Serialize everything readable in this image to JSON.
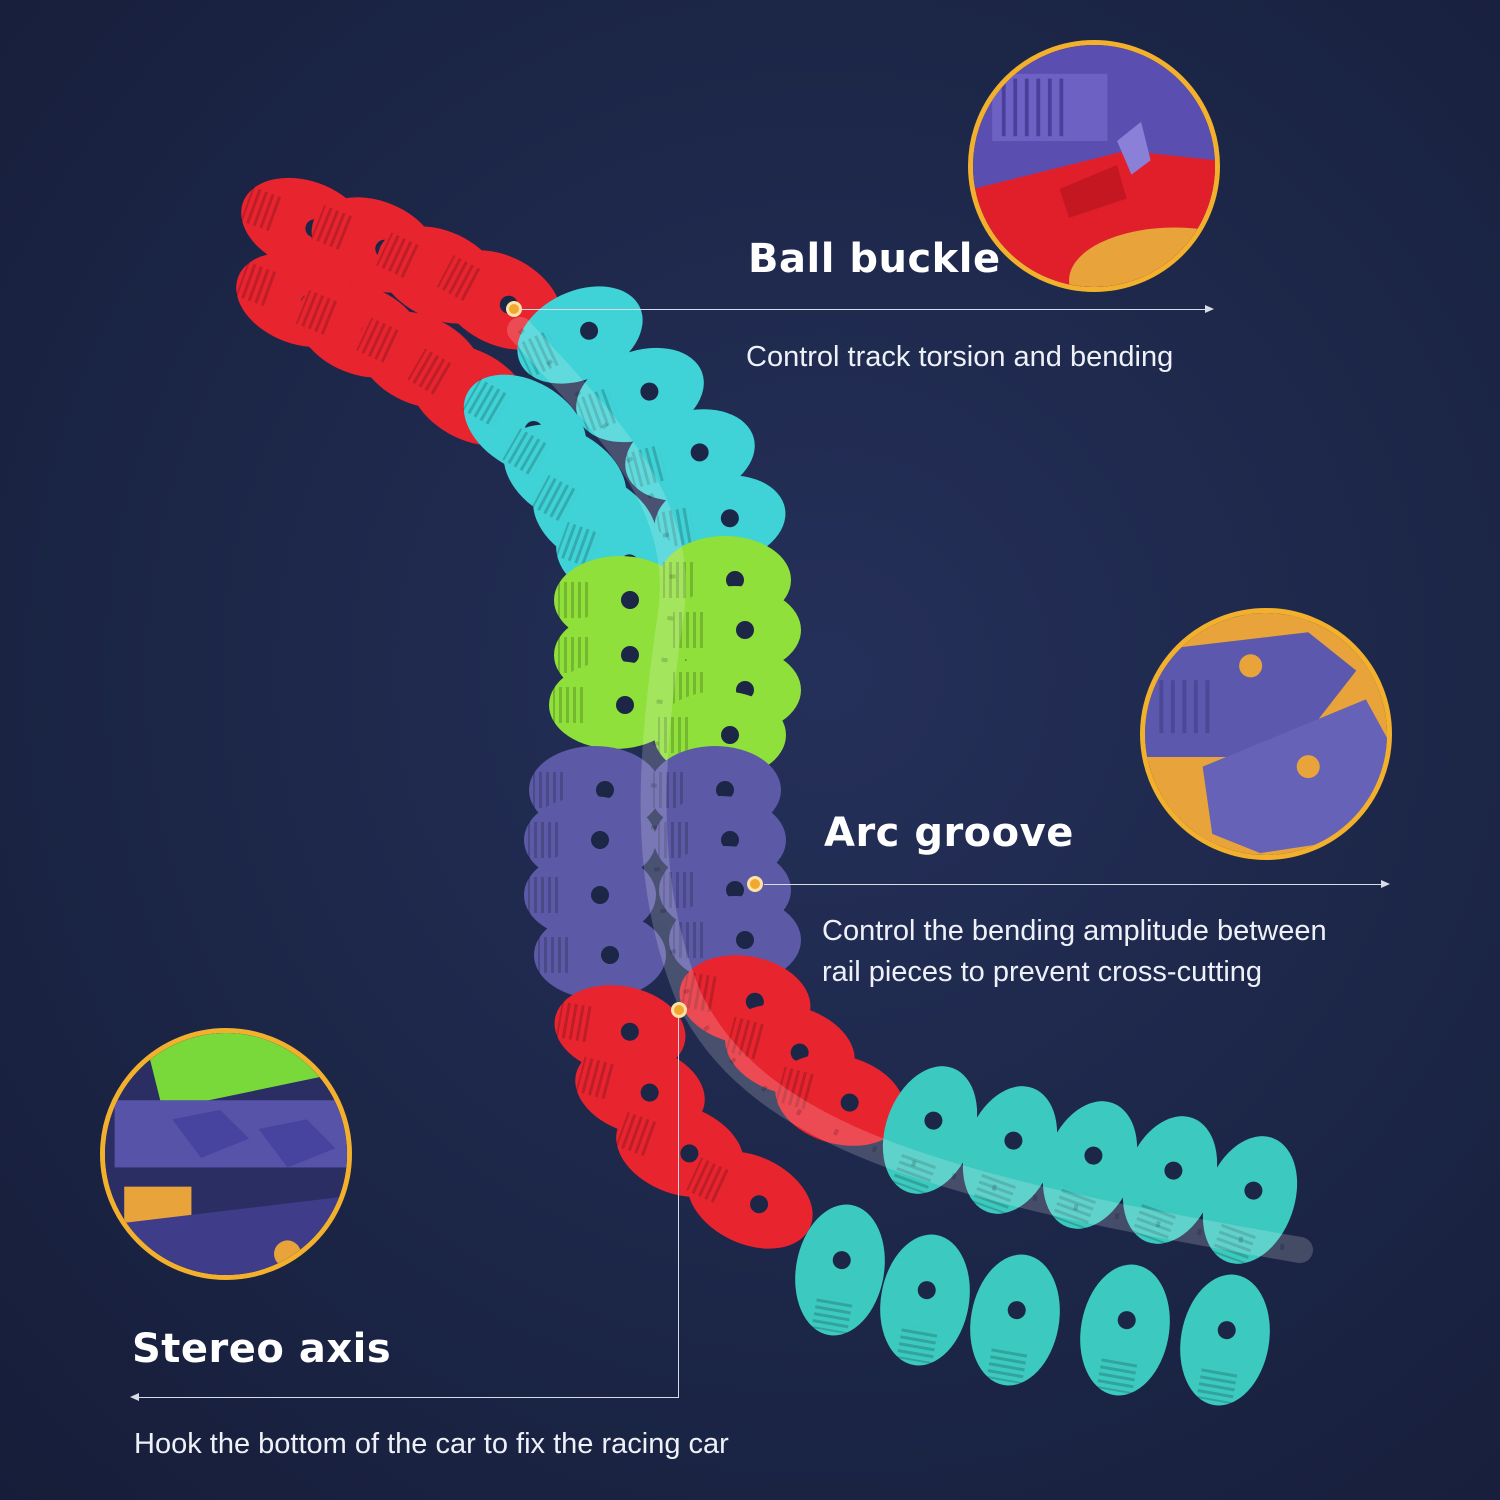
{
  "features": [
    {
      "id": "ball-buckle",
      "title": "Ball buckle",
      "description": [
        "Control track torsion and bending"
      ]
    },
    {
      "id": "arc-groove",
      "title": "Arc groove",
      "description": [
        "Control the bending amplitude between",
        "rail pieces to prevent cross-cutting"
      ]
    },
    {
      "id": "stereo-axis",
      "title": "Stereo axis",
      "description": [
        "Hook the bottom of the car to fix the racing car"
      ]
    }
  ],
  "colors": {
    "background": "#1c2647",
    "accent_orange": "#f2b02c",
    "track_red": "#e8242f",
    "track_cyan": "#3fd2d6",
    "track_green": "#8fe03a",
    "track_purple": "#5c5aa6",
    "track_teal": "#3cc9c0"
  },
  "icons": [
    "track-piece-illustration",
    "zoom-ball-buckle-icon",
    "zoom-arc-groove-icon",
    "zoom-stereo-axis-icon"
  ]
}
